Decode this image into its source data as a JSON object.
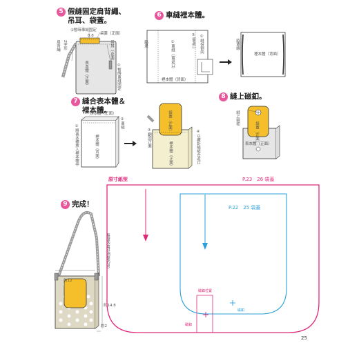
{
  "steps": [
    {
      "num": "5",
      "title_line1": "假縫固定肩背繩、",
      "title_line2": "吊耳、袋蓋。"
    },
    {
      "num": "6",
      "title_line1": "車縫裡本體。"
    },
    {
      "num": "7",
      "title_line1": "縫合表本體＆",
      "title_line2": "裡本體。"
    },
    {
      "num": "8",
      "title_line1": "縫上磁釦。"
    },
    {
      "num": "9",
      "title_line1": "完成！"
    }
  ],
  "step5": {
    "label_fold": "①暫時車縫固定",
    "label_flap": "袋蓋（正面）",
    "label_loop": "吊耳（正面）",
    "label_strap": "肩背繩",
    "label_zigzag": "Z字形",
    "label_body": "表本體（正面）",
    "label_tack": "②暫時車縫固定",
    "small_08": "0.8"
  },
  "step6": {
    "label_side": "脇邊",
    "label_open": "③留返口",
    "label_sew": "①車縫（留返口）",
    "label_body": "裡本體（背面）",
    "label_fold_back": "②縫份倒向",
    "label_result_side": "脇邊線",
    "label_result_body": "裡本體（背面）"
  },
  "step7": {
    "label_inner": "表本體（正面）",
    "label_left": "①將表本體放入裡本體中",
    "label_body": "裡本體（背面）",
    "label_sew": "②車縫",
    "label_flap": "袋蓋（正面）",
    "label_turn": "③翻回正面",
    "label_body2": "裡本體（正面）",
    "label_close": "④以藏針縫縫合返口"
  },
  "step8": {
    "label_magnet": "縫上磁釦",
    "label_flap": "袋蓋（正面）",
    "label_body": "表本體（正面）"
  },
  "step9": {
    "label_strap_len": "長度依喜好調整約80",
    "label_w": "約12",
    "label_h": "約14.8",
    "label_d": "約2"
  },
  "pattern": {
    "title": "原寸紙型",
    "big_label": "P.23　26 袋蓋",
    "small_label": "P.22　25 袋蓋",
    "magnet_label": "磁釦",
    "magnet_pos_label": "磁釦位置",
    "magnet_right_label": "磁釦"
  },
  "page_number": "25",
  "colors": {
    "pink": "#e0287a",
    "blue": "#2a9fd8",
    "step_badge": "#e8569b",
    "bag_fabric": "#ded9c4",
    "flap_yellow": "#f5bf2b",
    "gray_body": "#e6e6e6",
    "strap": "#9a9a9a"
  }
}
